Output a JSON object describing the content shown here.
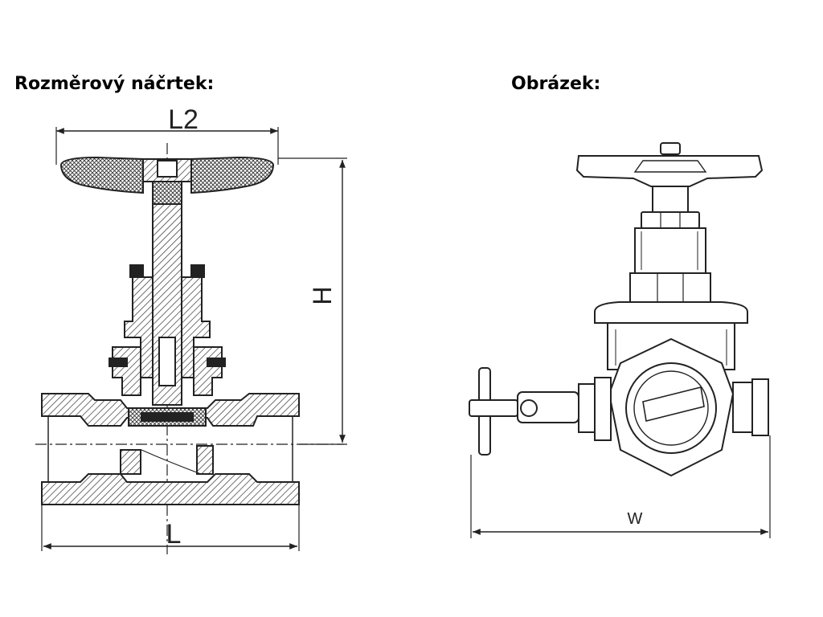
{
  "headings": {
    "sketch": "Rozměrový náčrtek:",
    "picture": "Obrázek:"
  },
  "dimensions": {
    "l2": "L2",
    "h": "H",
    "l": "L",
    "w": "W"
  },
  "colors": {
    "line": "#222222",
    "hatch": "#333333",
    "background": "#ffffff"
  }
}
